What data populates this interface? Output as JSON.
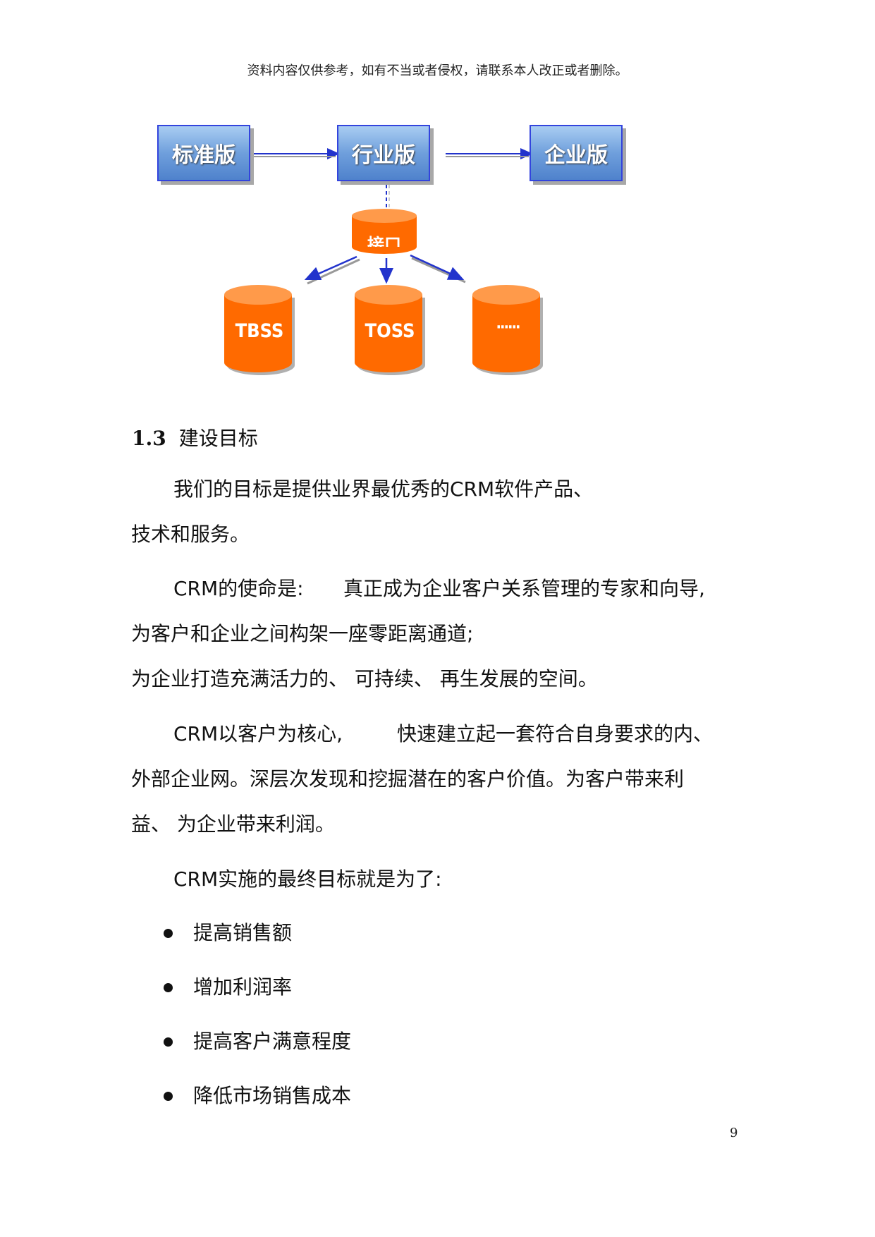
{
  "header": {
    "notice": "资料内容仅供参考，如有不当或者侵权，请联系本人改正或者删除。"
  },
  "diagram": {
    "versions": [
      "标准版",
      "行业版",
      "企业版"
    ],
    "interface_label": "接口",
    "systems": [
      "TBSS",
      "TOSS",
      "······"
    ],
    "colors": {
      "box": "#5f93d8",
      "box_border": "#3344dd",
      "cylinder": "#ff6a00",
      "arrow": "#2233cc"
    }
  },
  "section": {
    "number": "1.3",
    "title": "建设目标"
  },
  "paragraphs": {
    "p1_line1": "我们的目标是提供业界最优秀的CRM软件产品、",
    "p1_line2": "技术和服务。",
    "p2_line1_a": "CRM的使命是:",
    "p2_line1_b": "真正成为企业客户关系管理的专家和向导,",
    "p2_line2": "为客户和企业之间构架一座零距离通道;",
    "p2_line3": "为企业打造充满活力的、 可持续、 再生发展的空间。",
    "p3_line1_a": "CRM以客户为核心,",
    "p3_line1_b": "快速建立起一套符合自身要求的内、",
    "p3_line2": "外部企业网。深层次发现和挖掘潜在的客户价值。为客户带来利",
    "p3_line3": "益、 为企业带来利润。",
    "p4_line1": "CRM实施的最终目标就是为了:"
  },
  "goals": [
    "提高销售额",
    "增加利润率",
    "提高客户满意程度",
    "降低市场销售成本"
  ],
  "page_number": "9"
}
